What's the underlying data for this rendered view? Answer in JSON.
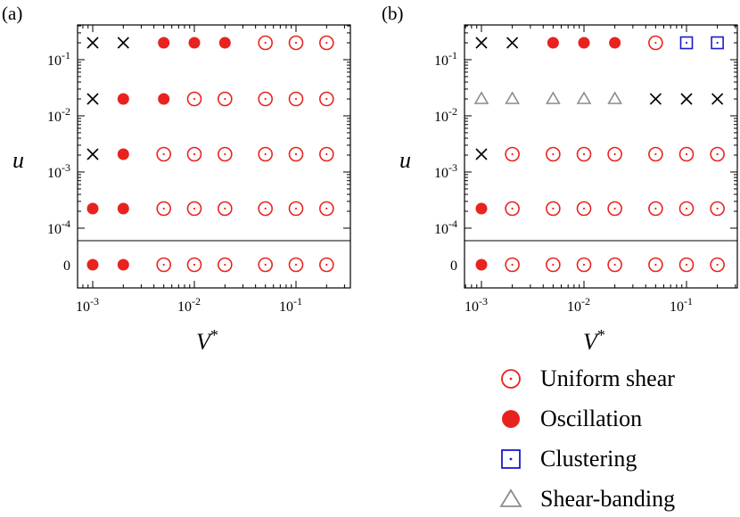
{
  "panels": [
    {
      "label": "(a)",
      "xlabel": "V",
      "xlabel_sup": "*",
      "ylabel": "u",
      "x_ticks": [
        {
          "x": 0.001,
          "base": "10",
          "exp": "-3"
        },
        {
          "x": 0.01,
          "base": "10",
          "exp": "-2"
        },
        {
          "x": 0.1,
          "base": "10",
          "exp": "-1"
        }
      ],
      "y_ticks": [
        {
          "y": 0.1,
          "base": "10",
          "exp": "-1"
        },
        {
          "y": 0.01,
          "base": "10",
          "exp": "-2"
        },
        {
          "y": 0.001,
          "base": "10",
          "exp": "-3"
        },
        {
          "y": 0.0001,
          "base": "10",
          "exp": "-4"
        },
        {
          "y": 0,
          "base": "0",
          "exp": ""
        }
      ]
    },
    {
      "label": "(b)",
      "xlabel": "V",
      "xlabel_sup": "*",
      "ylabel": "u",
      "x_ticks": [
        {
          "x": 0.001,
          "base": "10",
          "exp": "-3"
        },
        {
          "x": 0.01,
          "base": "10",
          "exp": "-2"
        },
        {
          "x": 0.1,
          "base": "10",
          "exp": "-1"
        }
      ],
      "y_ticks": [
        {
          "y": 0.1,
          "base": "10",
          "exp": "-1"
        },
        {
          "y": 0.01,
          "base": "10",
          "exp": "-2"
        },
        {
          "y": 0.001,
          "base": "10",
          "exp": "-3"
        },
        {
          "y": 0.0001,
          "base": "10",
          "exp": "-4"
        },
        {
          "y": 0,
          "base": "0",
          "exp": ""
        }
      ]
    }
  ],
  "legend": [
    {
      "key": "uniform",
      "label": "Uniform shear"
    },
    {
      "key": "oscillation",
      "label": "Oscillation"
    },
    {
      "key": "clustering",
      "label": "Clustering"
    },
    {
      "key": "shearband",
      "label": "Shear-banding"
    }
  ],
  "colors": {
    "uniform": "#e8231f",
    "oscillation": "#e8231f",
    "clustering": "#1a1acc",
    "shearband": "#8c8c8c",
    "cross": "#000000"
  },
  "chart_data": [
    {
      "type": "scatter",
      "panel": "(a)",
      "xscale": "log",
      "yscale": "log with separate u = 0 row",
      "x": [
        0.001,
        0.002,
        0.005,
        0.01,
        0.02,
        0.05,
        0.1,
        0.2
      ],
      "y": [
        0.2,
        0.02,
        0.002,
        0.0002,
        0
      ],
      "states": [
        [
          "cross",
          "cross",
          "oscillation",
          "oscillation",
          "oscillation",
          "uniform",
          "uniform",
          "uniform"
        ],
        [
          "cross",
          "oscillation",
          "oscillation",
          "uniform",
          "uniform",
          "uniform",
          "uniform",
          "uniform"
        ],
        [
          "cross",
          "oscillation",
          "uniform",
          "uniform",
          "uniform",
          "uniform",
          "uniform",
          "uniform"
        ],
        [
          "oscillation",
          "oscillation",
          "uniform",
          "uniform",
          "uniform",
          "uniform",
          "uniform",
          "uniform"
        ],
        [
          "oscillation",
          "oscillation",
          "uniform",
          "uniform",
          "uniform",
          "uniform",
          "uniform",
          "uniform"
        ]
      ],
      "xlim": [
        0.0007,
        0.28
      ],
      "legend": "right, below panel (b)"
    },
    {
      "type": "scatter",
      "panel": "(b)",
      "xscale": "log",
      "yscale": "log with separate u = 0 row",
      "x": [
        0.001,
        0.002,
        0.005,
        0.01,
        0.02,
        0.05,
        0.1,
        0.2
      ],
      "y": [
        0.2,
        0.02,
        0.002,
        0.0002,
        0
      ],
      "states": [
        [
          "cross",
          "cross",
          "oscillation",
          "oscillation",
          "oscillation",
          "uniform",
          "clustering",
          "clustering"
        ],
        [
          "shearband",
          "shearband",
          "shearband",
          "shearband",
          "shearband",
          "cross",
          "cross",
          "cross"
        ],
        [
          "cross",
          "uniform",
          "uniform",
          "uniform",
          "uniform",
          "uniform",
          "uniform",
          "uniform"
        ],
        [
          "oscillation",
          "uniform",
          "uniform",
          "uniform",
          "uniform",
          "uniform",
          "uniform",
          "uniform"
        ],
        [
          "oscillation",
          "uniform",
          "uniform",
          "uniform",
          "uniform",
          "uniform",
          "uniform",
          "uniform"
        ]
      ],
      "xlim": [
        0.0007,
        0.28
      ],
      "legend": "right, below panel (b)"
    }
  ]
}
